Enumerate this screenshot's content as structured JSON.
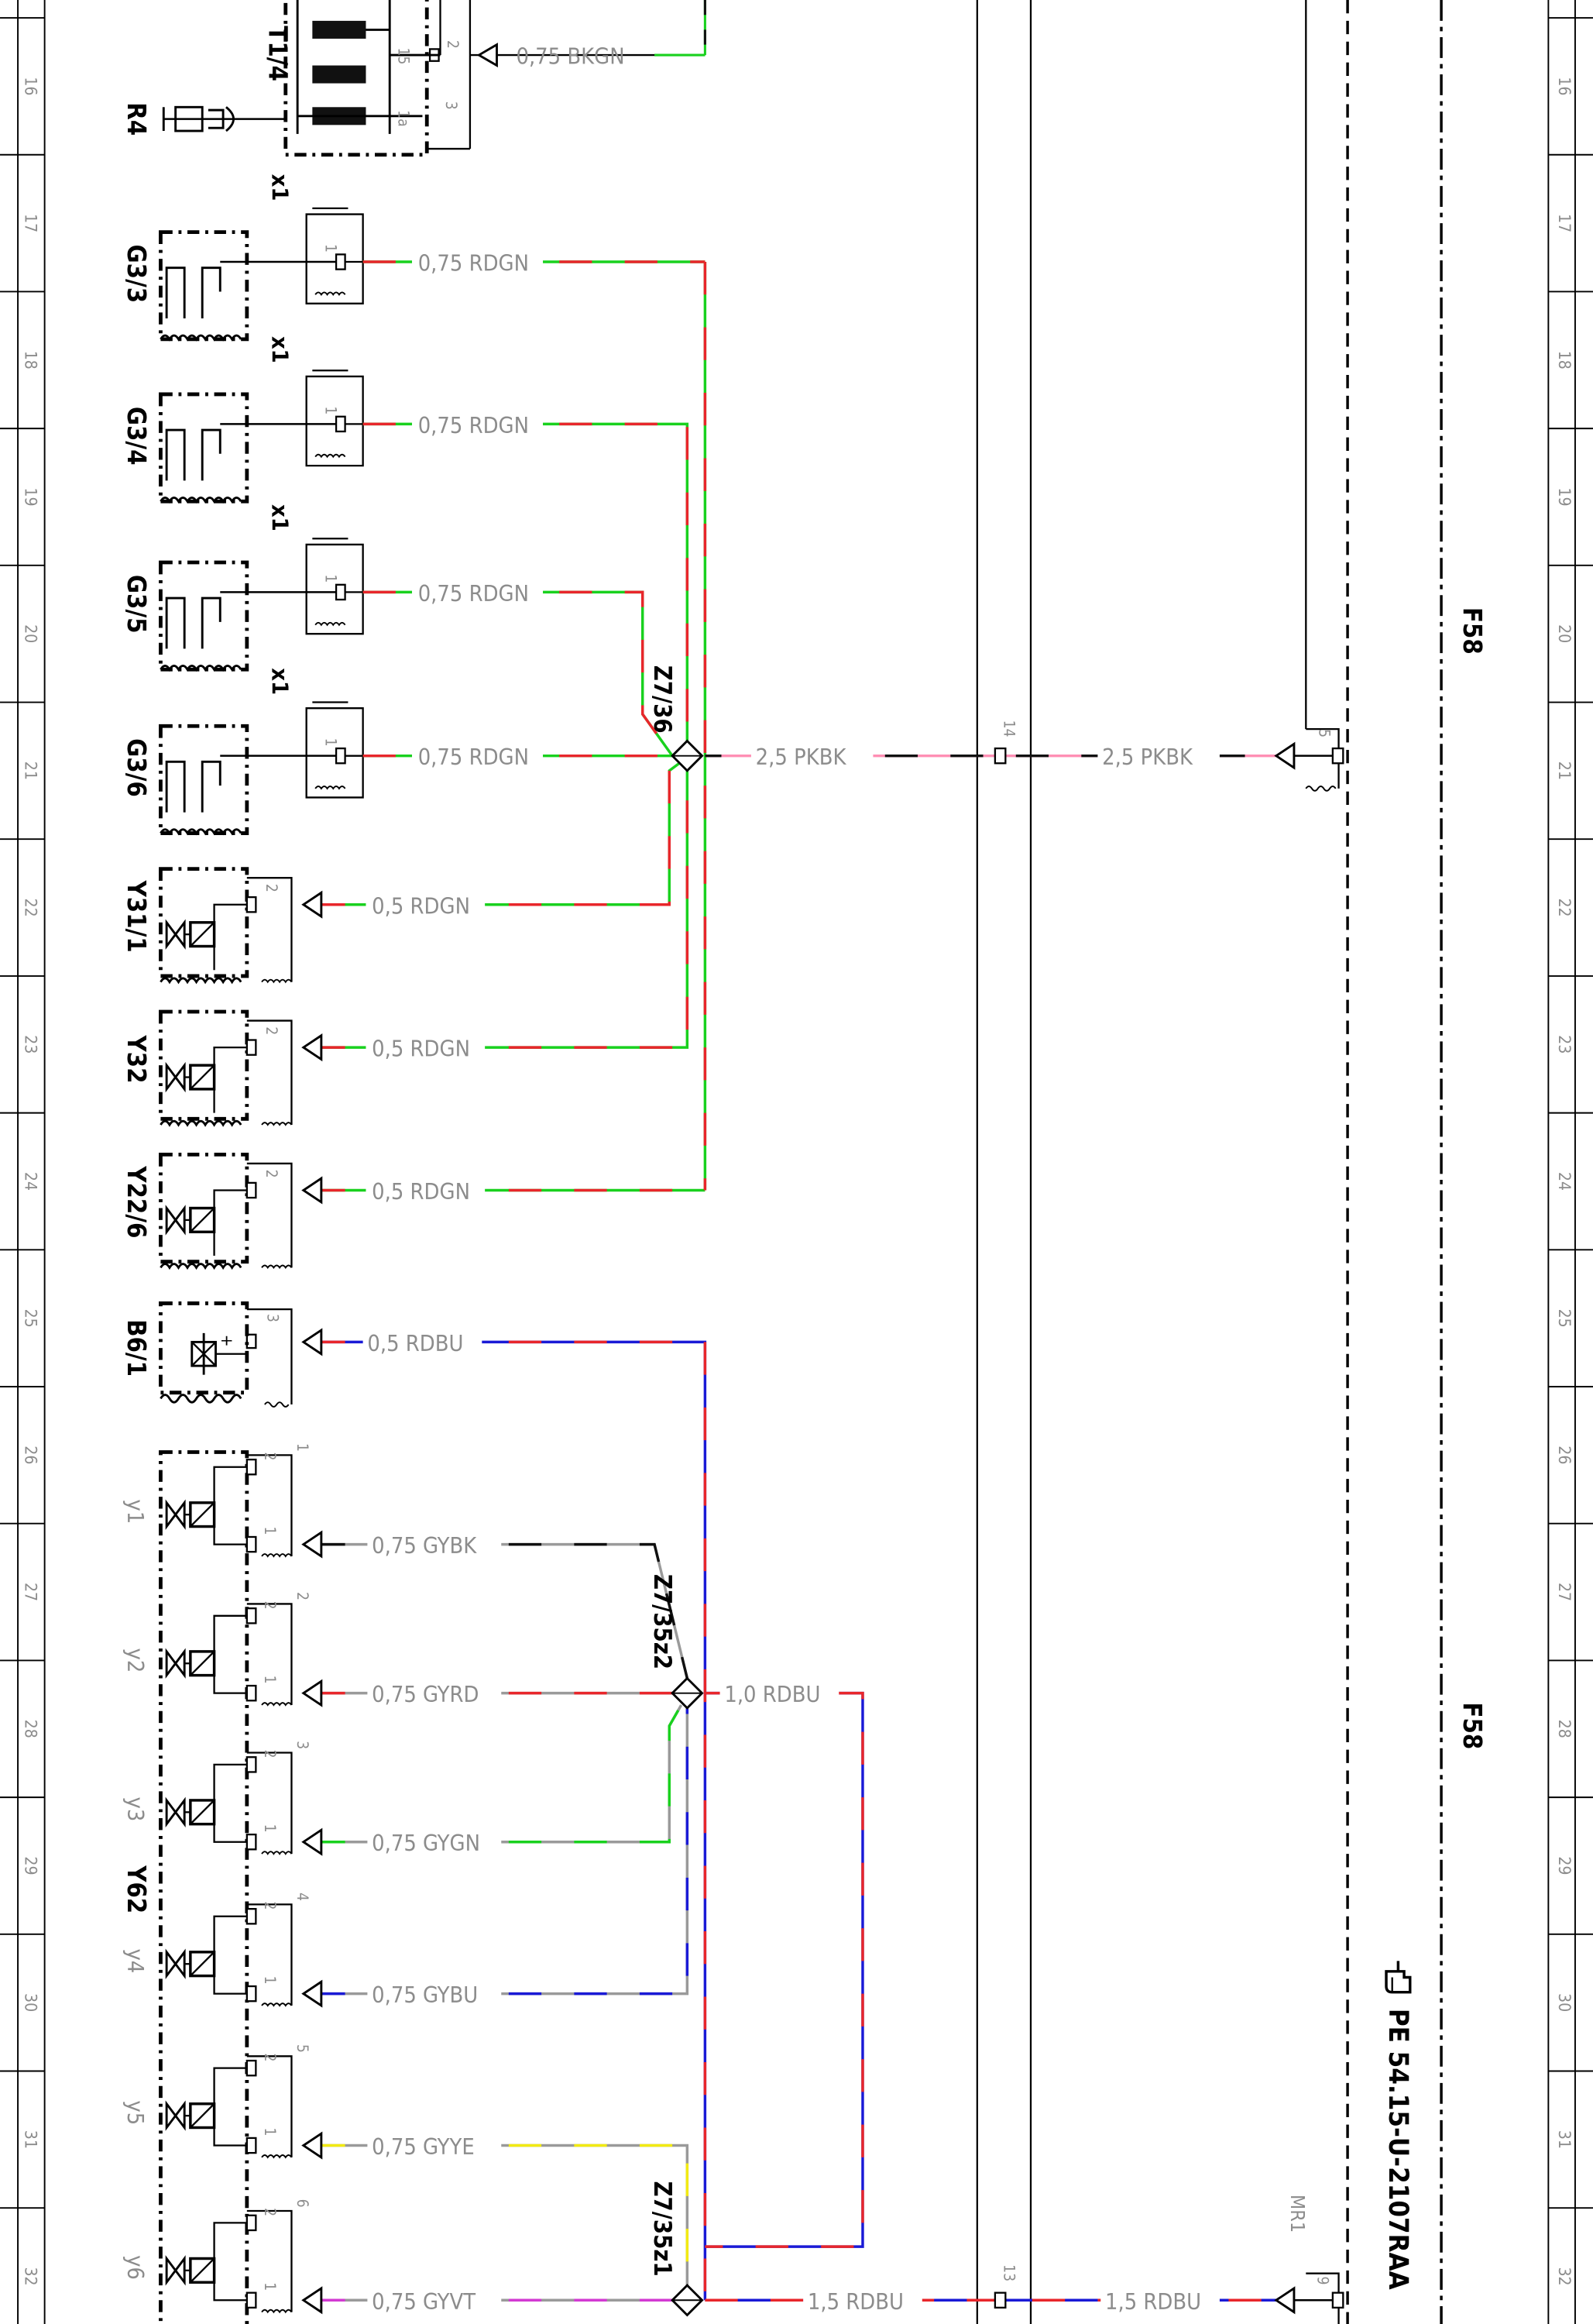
{
  "ruler": {
    "rows": [
      "16",
      "17",
      "18",
      "19",
      "20",
      "21",
      "22",
      "23",
      "24",
      "25",
      "26",
      "27",
      "28",
      "29",
      "30",
      "31",
      "32"
    ]
  },
  "components": {
    "t14": "T1/4",
    "r4": "R4",
    "g33": "G3/3",
    "g34": "G3/4",
    "g35": "G3/5",
    "g36": "G3/6",
    "y311": "Y31/1",
    "y32": "Y32",
    "y226": "Y22/6",
    "b61": "B6/1",
    "y62": "Y62",
    "sub_valves": [
      "y1",
      "y2",
      "y3",
      "y4",
      "y5",
      "y6"
    ],
    "x1": "x1"
  },
  "pins": {
    "t14": [
      "2",
      "15",
      "3",
      "1a"
    ],
    "g3": "1",
    "y": "2",
    "b6": "3",
    "b6_sign": "+",
    "v_top": [
      "1",
      "2",
      "3",
      "4",
      "5",
      "6"
    ],
    "v_upper": "2",
    "v_lower": "1",
    "c14": "14",
    "c13": "13",
    "f5": "5",
    "mr9": "9"
  },
  "wires": {
    "bkgn": "0,75 BKGN",
    "g33": "0,75 RDGN",
    "g34": "0,75 RDGN",
    "g35": "0,75 RDGN",
    "g36": "0,75 RDGN",
    "y311": "0,5 RDGN",
    "y32": "0,5 RDGN",
    "y226": "0,5 RDGN",
    "b61": "0,5 RDBU",
    "y1": "0,75 GYBK",
    "y2": "0,75 GYRD",
    "y3": "0,75 GYGN",
    "y4": "0,75 GYBU",
    "y5": "0,75 GYYE",
    "y6": "0,75 GYVT",
    "pkbk_1": "2,5 PKBK",
    "pkbk_2": "2,5 PKBK",
    "rdbu_10": "1,0 RDBU",
    "rdbu_15a": "1,5 RDBU",
    "rdbu_15b": "1,5 RDBU"
  },
  "splices": {
    "z736": "Z7/36",
    "z735z2": "Z7/35z2",
    "z735z1": "Z7/35z1"
  },
  "labels": {
    "f58_upper": "F58",
    "f58_lower": "F58",
    "mr1": "MR1",
    "reference": "PE 54.15-U-2107RAA"
  },
  "colors": {
    "line": "#000000",
    "gray_text": "#8c8c8c",
    "red": "#e8262b",
    "green": "#19d11e",
    "blue": "#1a1ad6",
    "black": "#111111",
    "gray": "#9a9a9a",
    "yellow": "#f2ea12",
    "violet": "#d23ad2",
    "pink": "#ff8fb4"
  },
  "icons": {
    "reference": "pointing-hand-icon"
  }
}
